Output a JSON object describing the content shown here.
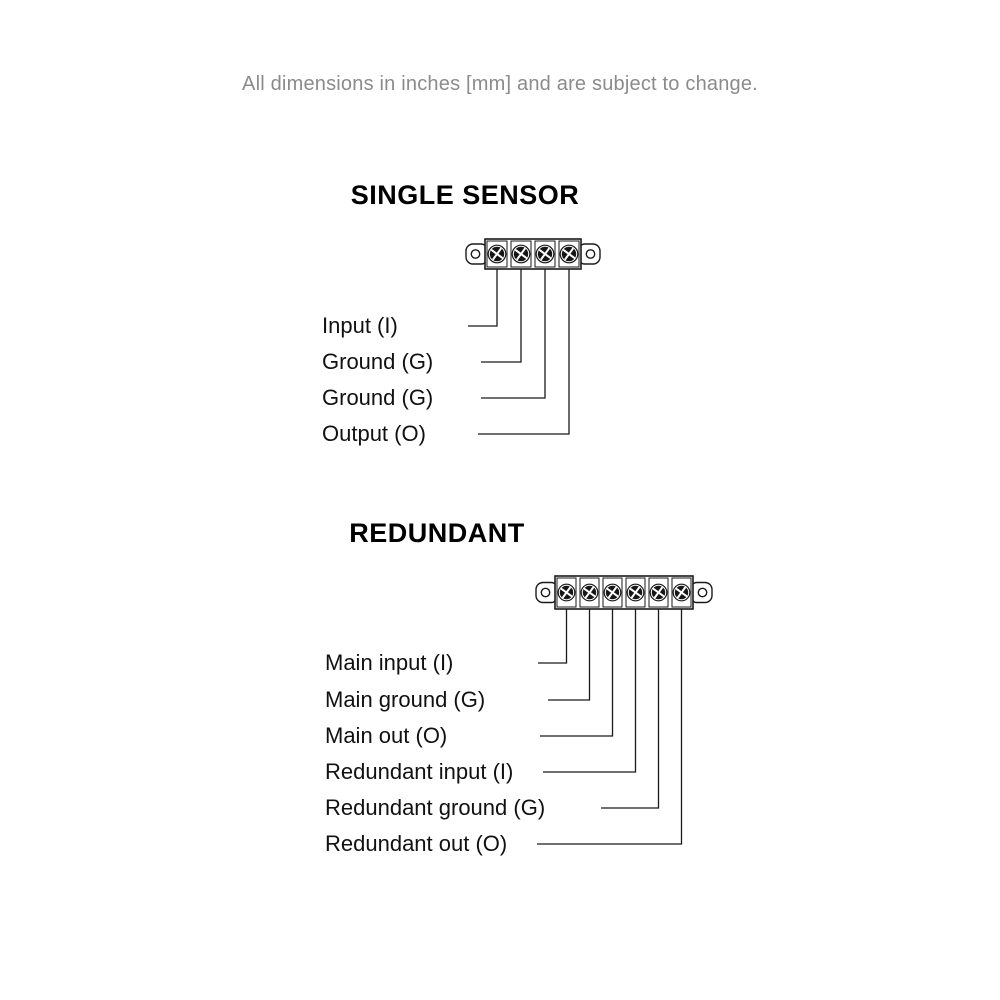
{
  "page": {
    "note": "All dimensions in inches [mm] and are subject to change."
  },
  "single_sensor": {
    "title": "SINGLE SENSOR",
    "terminal_count": 4,
    "labels": [
      "Input (I)",
      "Ground (G)",
      "Ground (G)",
      "Output (O)"
    ]
  },
  "redundant": {
    "title": "REDUNDANT",
    "terminal_count": 6,
    "labels": [
      "Main input (I)",
      "Main ground (G)",
      "Main out (O)",
      "Redundant input (I)",
      "Redundant ground (G)",
      "Redundant out (O)"
    ]
  }
}
